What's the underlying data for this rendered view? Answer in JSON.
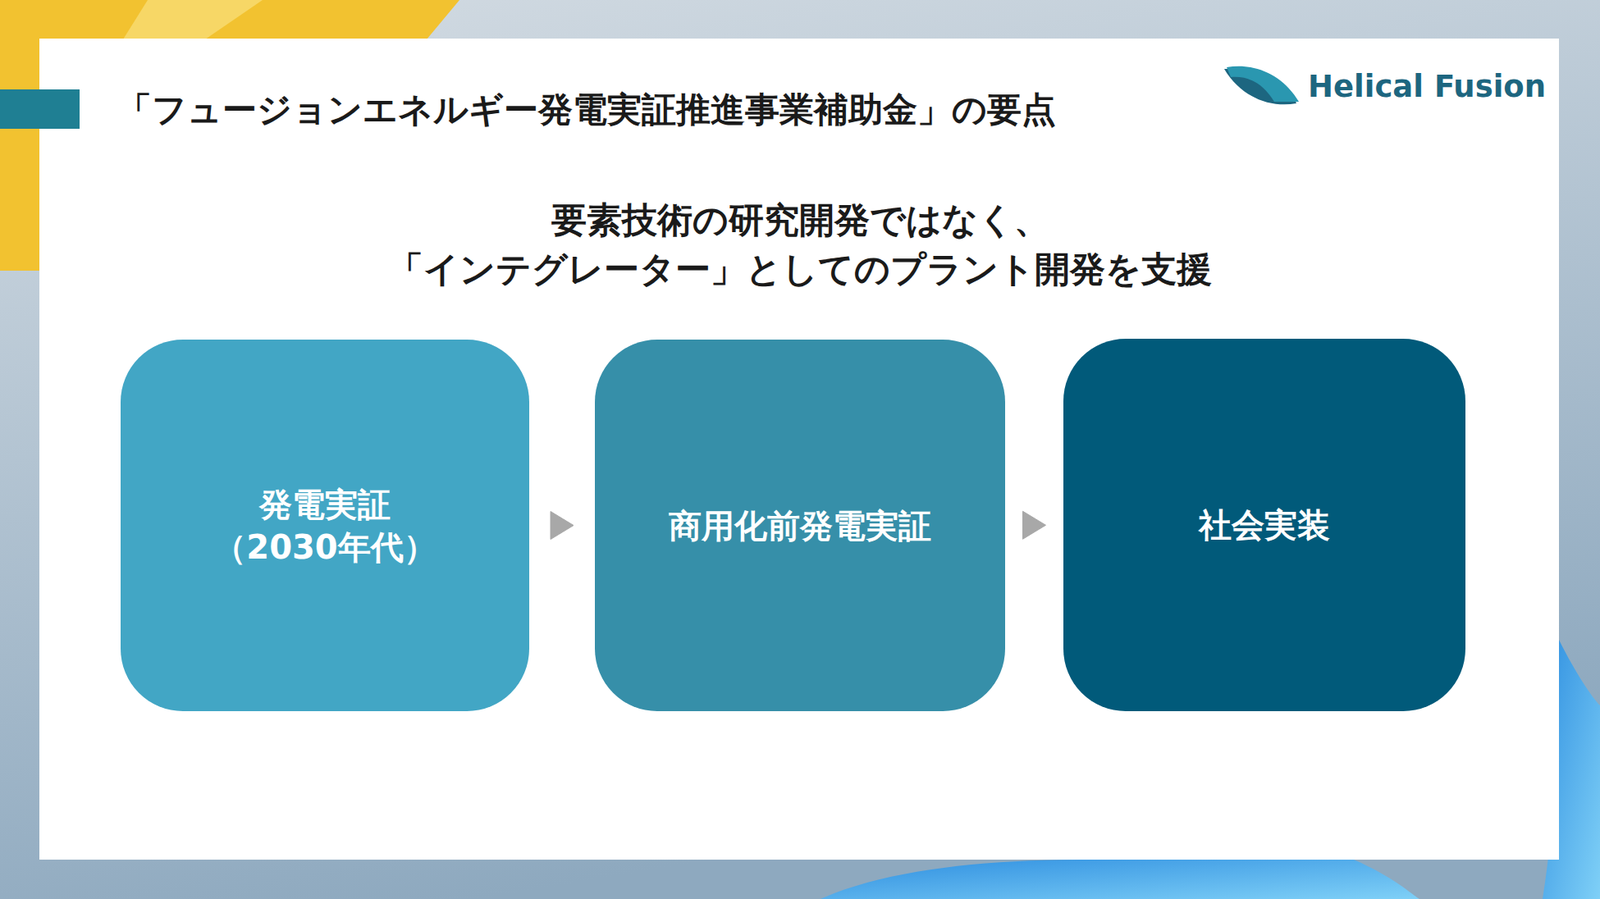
{
  "diagram": {
    "title": "「フュージョンエネルギー発電実証推進事業補助金」の要点",
    "nodes": [
      {
        "text": [
          "発電実証 （2030年代）"
        ]
      },
      {
        "text": [
          "商用化前発電実証"
        ]
      },
      {
        "text": [
          "社会実装"
        ]
      }
    ],
    "edges": [
      {
        "from": 0,
        "to": 1,
        "arrow": "to"
      },
      {
        "from": 1,
        "to": 2,
        "arrow": "to"
      }
    ],
    "labels": [
      "Helical Fusion",
      "要素技術の研究開発ではなく、",
      "「インテグレーター」としてのプラント開発を支援"
    ]
  }
}
